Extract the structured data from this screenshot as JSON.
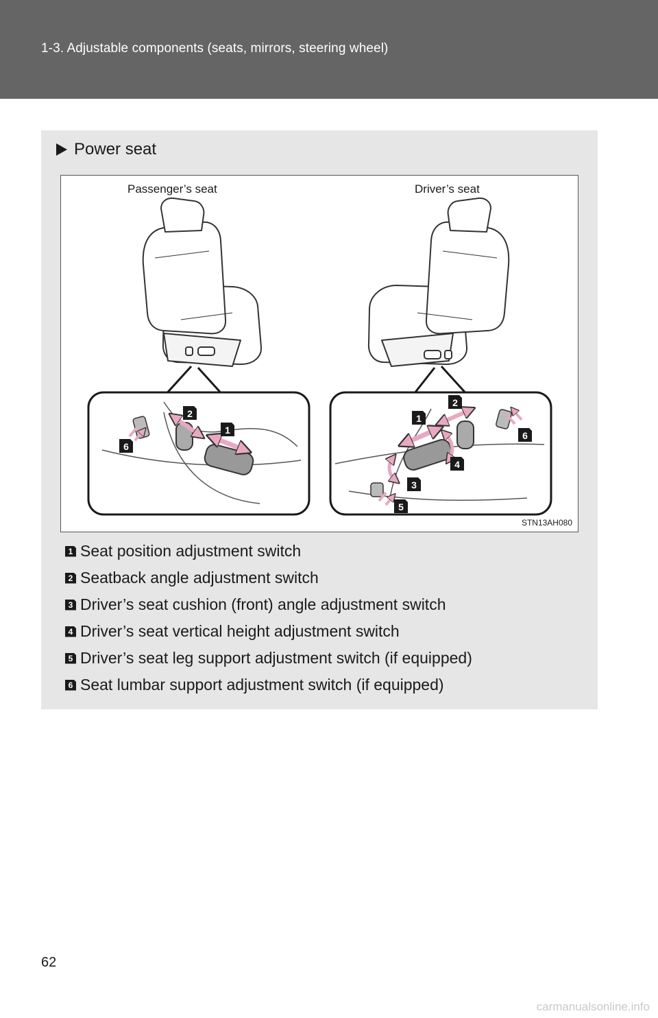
{
  "header": {
    "title": "1-3. Adjustable components (seats, mirrors, steering wheel)"
  },
  "section": {
    "heading": "Power seat"
  },
  "figure": {
    "caption_left": "Passenger’s seat",
    "caption_right": "Driver’s seat",
    "code": "STN13AH080"
  },
  "legend": [
    {
      "number": "1",
      "text": "Seat position adjustment switch"
    },
    {
      "number": "2",
      "text": "Seatback angle adjustment switch"
    },
    {
      "number": "3",
      "text": "Driver’s seat cushion (front) angle adjustment switch"
    },
    {
      "number": "4",
      "text": "Driver’s seat vertical height adjustment switch"
    },
    {
      "number": "5",
      "text": "Driver’s seat leg support adjustment switch (if equipped)"
    },
    {
      "number": "6",
      "text": "Seat lumbar support adjustment switch (if equipped)"
    }
  ],
  "page_number": "62",
  "watermark": "carmanualsonline.info"
}
